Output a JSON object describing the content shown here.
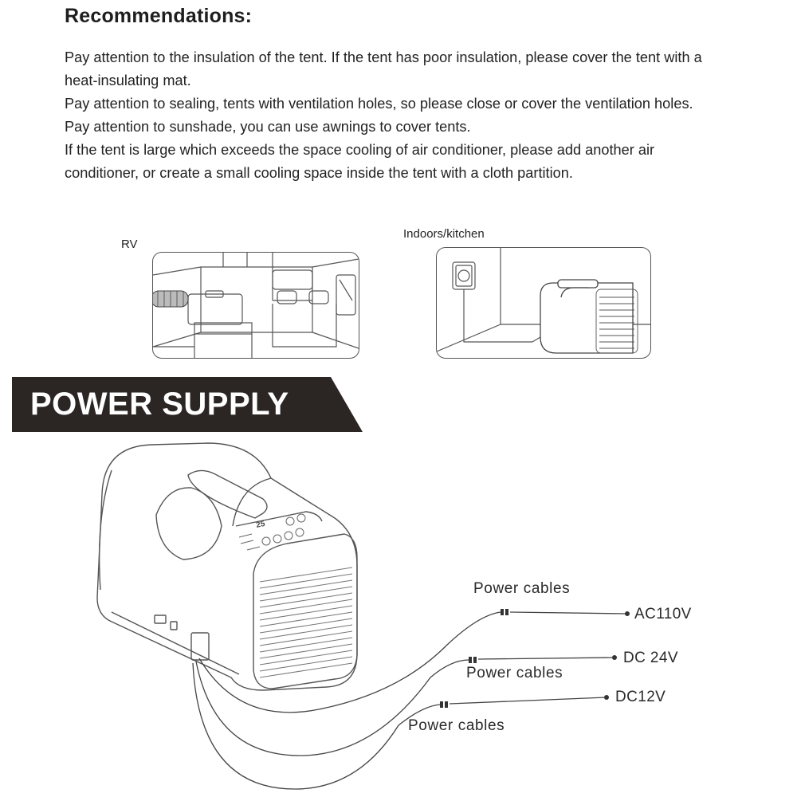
{
  "recommendations": {
    "title": "Recommendations:",
    "paragraphs": [
      "Pay attention to the insulation of the tent. If the tent has poor insulation, please cover the tent with a heat-insulating mat.",
      "Pay attention to sealing, tents with ventilation holes, so please close or cover the ventilation holes.",
      "Pay attention to sunshade, you can use awnings to cover tents.",
      "If the tent is large which exceeds the space cooling of air conditioner, please add another air conditioner, or create a small cooling space inside the tent with a cloth partition."
    ]
  },
  "scenes": {
    "rv_label": "RV",
    "indoor_label": "Indoors/kitchen"
  },
  "power_supply": {
    "title": "POWER SUPPLY",
    "display_reading": "25",
    "cables": [
      {
        "label": "Power cables",
        "voltage": "AC110V"
      },
      {
        "label": "Power cables",
        "voltage": "DC 24V"
      },
      {
        "label": "Power cables",
        "voltage": "DC12V"
      }
    ]
  },
  "colors": {
    "banner": "#2b2523",
    "text": "#1e1e1e",
    "line_art": "#555555"
  }
}
